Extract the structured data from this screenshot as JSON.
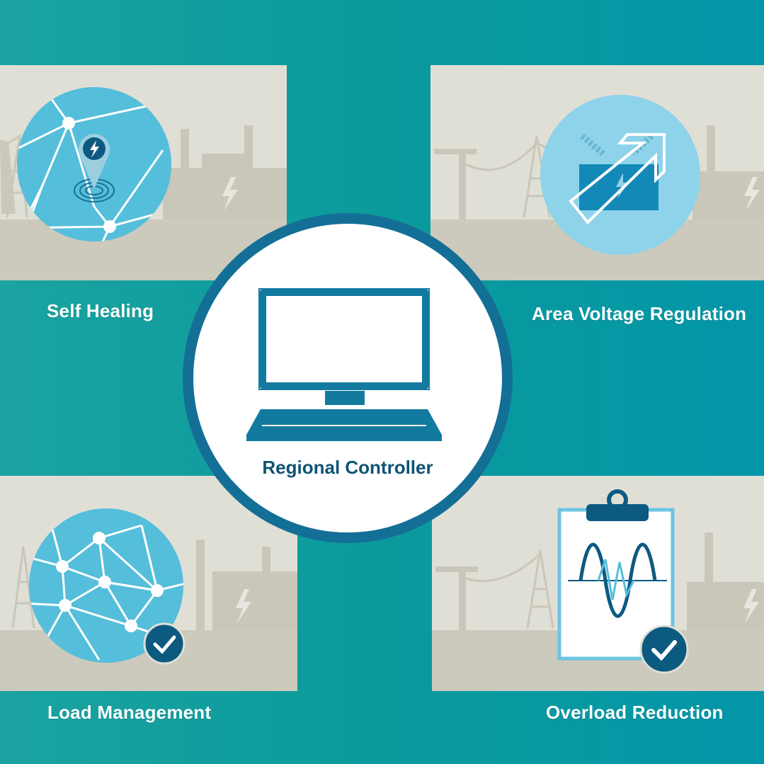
{
  "nodes": {
    "center": {
      "label": "Regional Controller",
      "icon": "computer-icon"
    },
    "top_left": {
      "label": "Self Healing",
      "icon": "grid-location-pin-icon"
    },
    "top_right": {
      "label": "Area Voltage Regulation",
      "icon": "transformer-arrow-icon"
    },
    "bottom_left": {
      "label": "Load Management",
      "icon": "mesh-network-check-icon"
    },
    "bottom_right": {
      "label": "Overload Reduction",
      "icon": "clipboard-wave-check-icon"
    }
  },
  "colors": {
    "background": "#0b9a9c",
    "panel": "#e0dfd6",
    "skyline": "#c6c5b7",
    "ground": "#cbcabc",
    "circle_border": "#146f96",
    "icon_blue": "#55bedb",
    "icon_dark": "#0c5a80",
    "label_text": "#ffffff",
    "center_text": "#0f5474"
  }
}
